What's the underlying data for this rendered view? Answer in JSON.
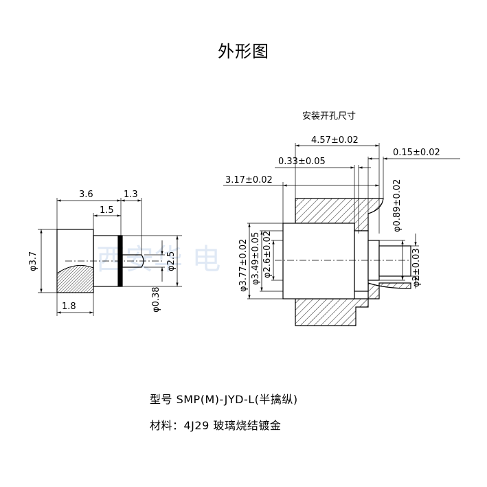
{
  "title": "外形图",
  "subtitle": "安装开孔尺寸",
  "model": "型号 SMP(M)-JYD-L(半擒纵)",
  "material": "材料：4J29 玻璃烧结镀金",
  "watermark": "西安华   电",
  "left_view": {
    "d_36": "3.6",
    "d_13": "1.3",
    "d_15": "1.5",
    "d_phi37": "φ3.7",
    "d_phi25": "φ2.5",
    "d_phi038": "φ0.38",
    "d_18": "1.8"
  },
  "right_view": {
    "d_457": "4.57±0.02",
    "d_015": "0.15±0.02",
    "d_033": "0.33±0.05",
    "d_317": "3.17±0.02",
    "d_phi089": "φ0.89±0.02",
    "d_phi377": "φ3.77±0.02",
    "d_phi349": "φ3.49±0.05",
    "d_phi26": "φ2.6±0.02",
    "d_phi2": "φ2±0.03"
  },
  "colors": {
    "line": "#000000",
    "watermark": "#c8d8ee"
  }
}
